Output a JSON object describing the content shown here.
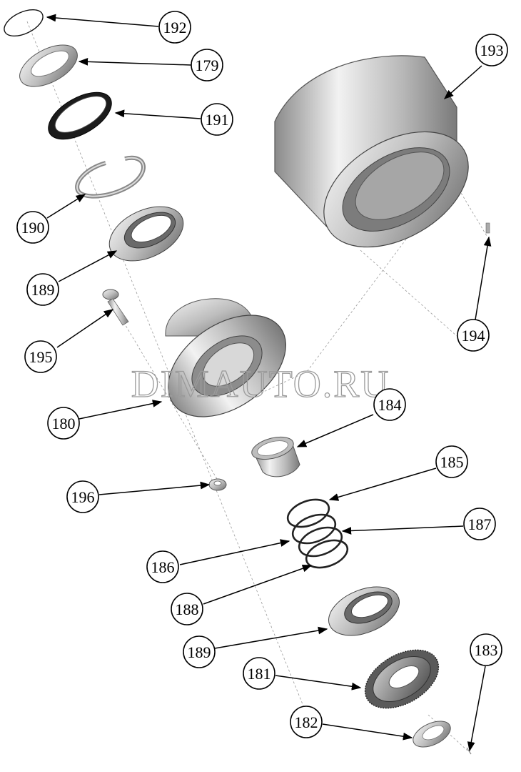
{
  "watermark": "DIMAUTO.RU",
  "callouts": [
    {
      "id": "c192",
      "label": "192"
    },
    {
      "id": "c179",
      "label": "179"
    },
    {
      "id": "c191",
      "label": "191"
    },
    {
      "id": "c190",
      "label": "190"
    },
    {
      "id": "c189a",
      "label": "189"
    },
    {
      "id": "c195",
      "label": "195"
    },
    {
      "id": "c180",
      "label": "180"
    },
    {
      "id": "c196",
      "label": "196"
    },
    {
      "id": "c193",
      "label": "193"
    },
    {
      "id": "c194",
      "label": "194"
    },
    {
      "id": "c184",
      "label": "184"
    },
    {
      "id": "c185",
      "label": "185"
    },
    {
      "id": "c187",
      "label": "187"
    },
    {
      "id": "c186",
      "label": "186"
    },
    {
      "id": "c188",
      "label": "188"
    },
    {
      "id": "c189b",
      "label": "189"
    },
    {
      "id": "c181",
      "label": "181"
    },
    {
      "id": "c183",
      "label": "183"
    },
    {
      "id": "c182",
      "label": "182"
    }
  ]
}
